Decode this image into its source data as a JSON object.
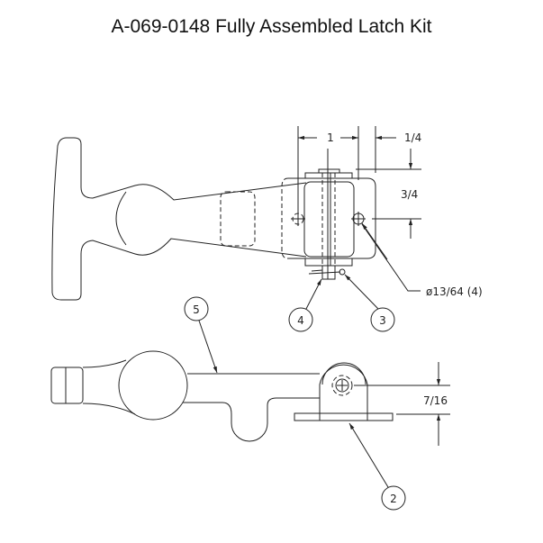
{
  "title": "A-069-0148 Fully Assembled Latch Kit",
  "dimensions": {
    "width_1": "1",
    "offset_1_4": "1/4",
    "height_3_4": "3/4",
    "hole_callout": "ø13/64 (4)",
    "height_7_16": "7/16"
  },
  "balloons": {
    "b2": "2",
    "b3": "3",
    "b4": "4",
    "b5": "5"
  }
}
